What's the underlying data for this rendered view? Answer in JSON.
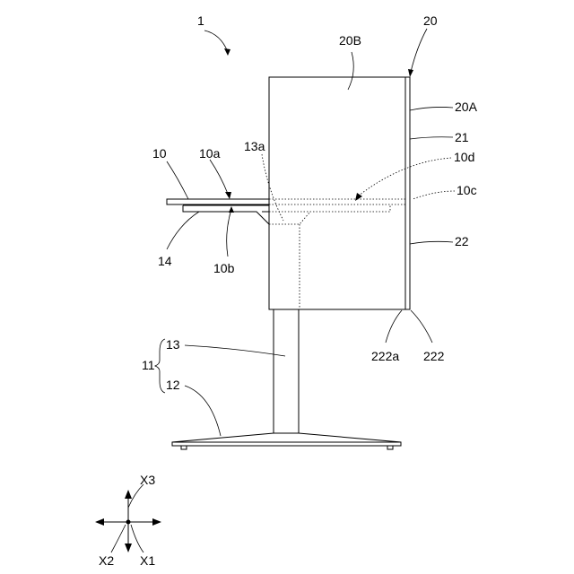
{
  "labels": {
    "figure": "1",
    "panel": "20",
    "panel_top": "20B",
    "panel_face": "20A",
    "upper_part": "21",
    "lower_part": "22",
    "lower_edge": "222",
    "lower_edge_a": "222a",
    "top": "10",
    "top_surface": "10a",
    "bottom_surface": "10b",
    "hidden_edge": "10c",
    "hidden_surface": "10d",
    "column_top": "13a",
    "support": "14",
    "leg": "11",
    "column": "13",
    "base": "12"
  },
  "axes": {
    "up": "X3",
    "front": "X2",
    "side": "X1"
  }
}
